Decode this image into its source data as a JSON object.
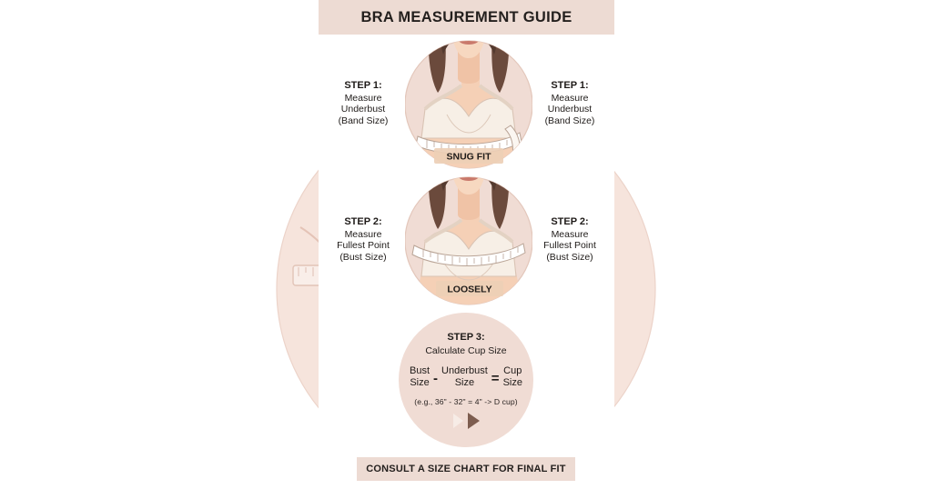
{
  "header": {
    "title": "BRA MEASUREMENT GUIDE"
  },
  "colors": {
    "band": "#eddbd3",
    "circle_bg": "#f0dcd4",
    "skin": "#f3cdb4",
    "hair": "#6b4a3c",
    "bra": "#f6efe7",
    "text": "#1f1b19",
    "tape": "#ffffff",
    "arrow_light": "#f7ece6",
    "arrow_dark": "#7d5d4f",
    "watermark": "#f6e3db"
  },
  "steps": [
    {
      "id": "step-1",
      "title": "STEP 1:",
      "lines": [
        "Measure",
        "Underbust",
        "(Band Size)"
      ],
      "badge": "SNUG FIT"
    },
    {
      "id": "step-2",
      "title": "STEP 2:",
      "lines": [
        "Measure",
        "Fullest Point",
        "(Bust Size)"
      ],
      "badge": "LOOSELY"
    }
  ],
  "step3": {
    "title": "STEP 3:",
    "subtitle": "Calculate Cup Size",
    "formula": {
      "term1": [
        "Bust",
        "Size"
      ],
      "operator1": "-",
      "term2": [
        "Underbust",
        "Size"
      ],
      "operator2": "=",
      "term3": [
        "Cup",
        "Size"
      ]
    },
    "example": "(e.g., 36\" - 32\" = 4\" -> D cup)"
  },
  "footer": {
    "text": "CONSULT A SIZE CHART FOR FINAL FIT"
  }
}
